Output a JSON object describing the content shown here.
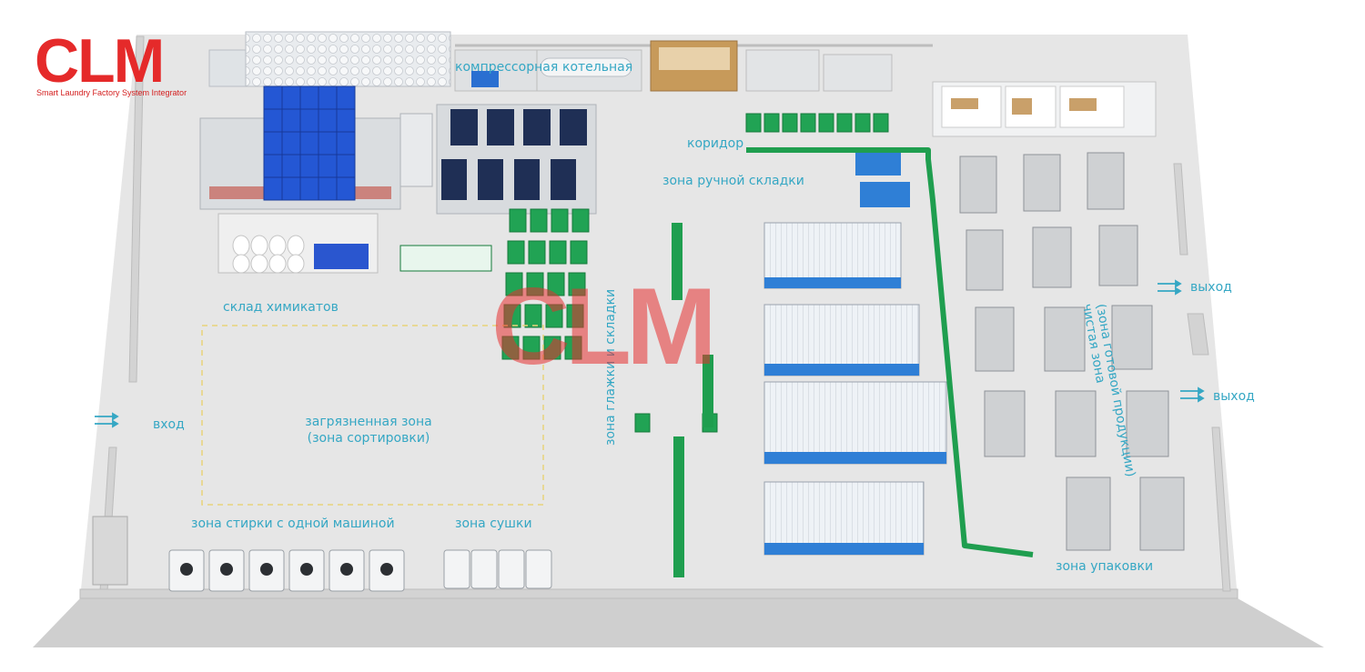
{
  "brand": {
    "logo": "CLM",
    "tagline": "Smart Laundry Factory System Integrator",
    "watermark": "CLM",
    "accent_color": "#e52a2a"
  },
  "colors": {
    "label": "#35a7c4",
    "floor": "#e4e4e4",
    "wall": "#d2d2d2",
    "ironer_blue": "#2f7fd6",
    "cart_green": "#1f9e4f",
    "bin_blue": "#1f4fd0"
  },
  "zones": {
    "compressor": "компрессорная",
    "boiler": "котельная",
    "corridor": "коридор",
    "manual_folding": "зона ручной складки",
    "chemical_storage": "склад химикатов",
    "ironing_folding": "зона глажки и складки",
    "clean_zone": "чистая зона",
    "clean_zone_sub": "(зона готовой продукции)",
    "exit_1": "выход",
    "exit_2": "выход",
    "entrance": "вход",
    "dirty_zone": "загрязненная зона",
    "dirty_zone_sub": "(зона сортировки)",
    "single_washer": "зона стирки с одной машиной",
    "drying": "зона сушки",
    "packing": "зона упаковки"
  }
}
